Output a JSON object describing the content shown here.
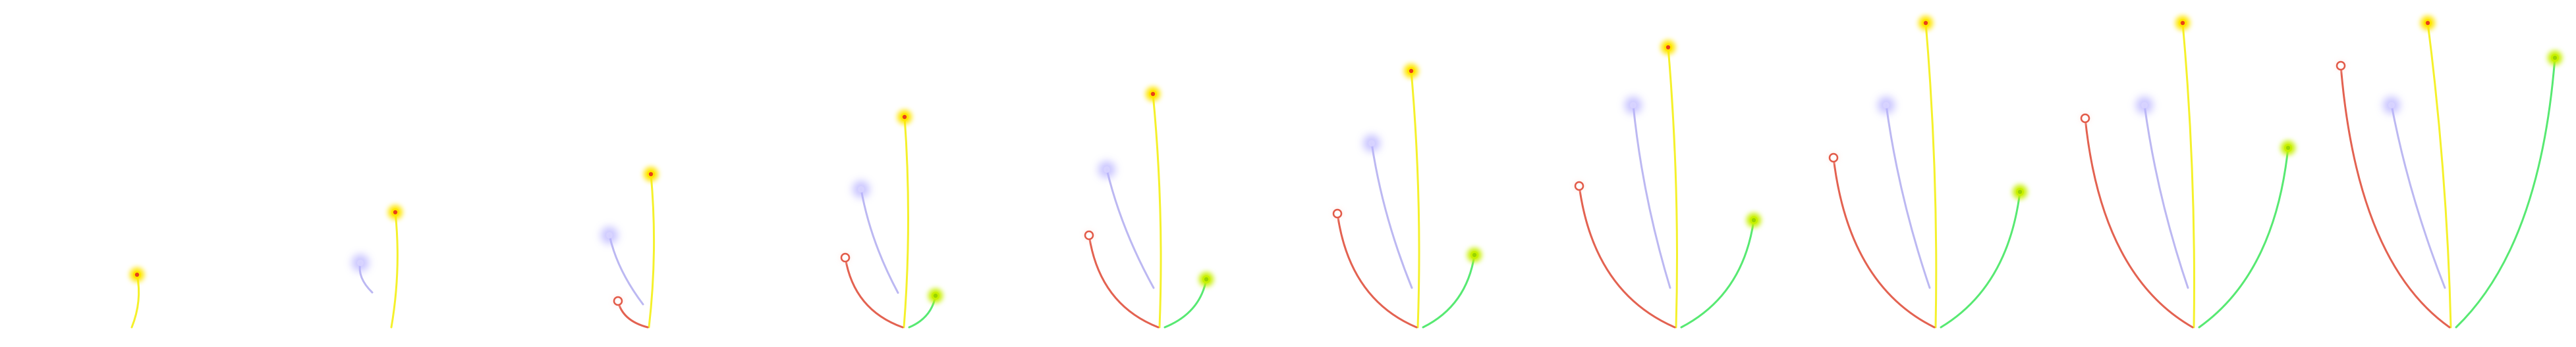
{
  "sequence": {
    "frames": [
      {
        "stems": [
          {
            "color_name": "yellow",
            "head": "spark"
          }
        ]
      },
      {
        "stems": [
          {
            "color_name": "yellow",
            "head": "spark"
          },
          {
            "color_name": "lavender",
            "head": "glow"
          }
        ]
      },
      {
        "stems": [
          {
            "color_name": "yellow",
            "head": "spark"
          },
          {
            "color_name": "lavender",
            "head": "glow"
          },
          {
            "color_name": "red",
            "head": "ring"
          }
        ]
      },
      {
        "stems": [
          {
            "color_name": "yellow",
            "head": "spark"
          },
          {
            "color_name": "lavender",
            "head": "glow"
          },
          {
            "color_name": "red",
            "head": "ring"
          },
          {
            "color_name": "green",
            "head": "spark"
          }
        ]
      },
      {
        "stems": [
          {
            "color_name": "yellow",
            "head": "spark"
          },
          {
            "color_name": "lavender",
            "head": "glow"
          },
          {
            "color_name": "red",
            "head": "ring"
          },
          {
            "color_name": "green",
            "head": "spark"
          }
        ]
      },
      {
        "stems": [
          {
            "color_name": "yellow",
            "head": "spark"
          },
          {
            "color_name": "lavender",
            "head": "glow"
          },
          {
            "color_name": "red",
            "head": "ring"
          },
          {
            "color_name": "green",
            "head": "spark"
          }
        ]
      },
      {
        "stems": [
          {
            "color_name": "yellow",
            "head": "spark"
          },
          {
            "color_name": "lavender",
            "head": "glow"
          },
          {
            "color_name": "red",
            "head": "ring"
          },
          {
            "color_name": "green",
            "head": "spark"
          }
        ]
      },
      {
        "stems": [
          {
            "color_name": "yellow",
            "head": "spark"
          },
          {
            "color_name": "lavender",
            "head": "glow"
          },
          {
            "color_name": "red",
            "head": "ring"
          },
          {
            "color_name": "green",
            "head": "spark"
          }
        ]
      },
      {
        "stems": [
          {
            "color_name": "yellow",
            "head": "spark"
          },
          {
            "color_name": "lavender",
            "head": "glow"
          },
          {
            "color_name": "red",
            "head": "ring"
          },
          {
            "color_name": "green",
            "head": "spark"
          }
        ]
      },
      {
        "stems": [
          {
            "color_name": "yellow",
            "head": "spark"
          },
          {
            "color_name": "lavender",
            "head": "glow"
          },
          {
            "color_name": "red",
            "head": "ring"
          },
          {
            "color_name": "green",
            "head": "spark"
          }
        ]
      }
    ]
  },
  "colors": {
    "background": "#ffffff",
    "yellow": "#f4f020",
    "lavender": "#b0acf0",
    "red": "#e25a48",
    "green": "#4ee86a",
    "spark_core": "#e8401a",
    "spark_glow_yellow": "#ffe600",
    "spark_glow_green": "#c8f000",
    "glow_lavender": "#b9b4ff"
  }
}
